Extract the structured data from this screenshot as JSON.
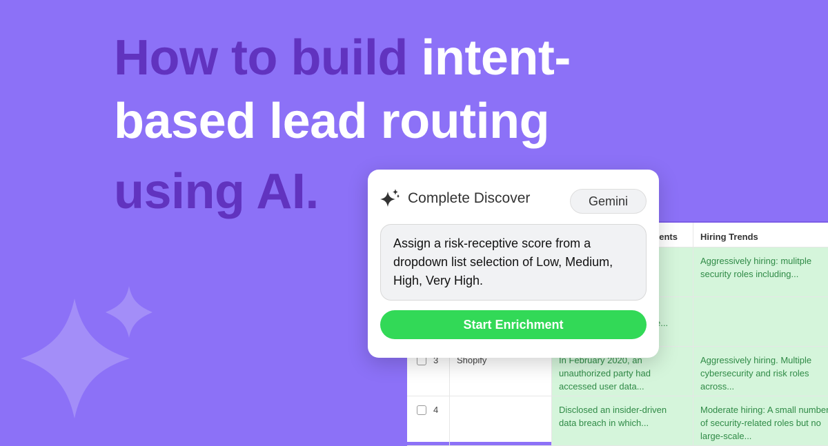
{
  "headline": {
    "line1_dark": "How to build ",
    "line1_light": "intent-",
    "line2_light": "based lead routing",
    "line3_dark": "using AI."
  },
  "colors": {
    "background": "#8c71f7",
    "headline_dark": "#6133bf",
    "accent_green": "#32d957",
    "cell_green": "#d5f5db"
  },
  "card": {
    "icon": "sparkles-icon",
    "title": "Complete Discover",
    "model": "Gemini",
    "prompt": "Assign a risk-receptive score from a dropdown list selection of Low, Medium, High, Very High.",
    "button": "Start Enrichment"
  },
  "table": {
    "headers": {
      "incidents": "ents",
      "hiring": "Hiring Trends"
    },
    "rows": [
      {
        "num": "",
        "company": "",
        "incidents": "",
        "hiring": "Aggressively hiring: mulitple security roles including..."
      },
      {
        "num": "",
        "company": "",
        "incidents": "e...",
        "hiring": ""
      },
      {
        "num": "3",
        "company": "Shopify",
        "incidents": "In February 2020, an unauthorized party had accessed user data...",
        "hiring": "Aggressively hiring. Multiple cybersecurity and risk roles across..."
      },
      {
        "num": "4",
        "company": "",
        "incidents": "Disclosed an insider-driven data breach in which...",
        "hiring": "Moderate hiring: A small number of security-related roles but no large-scale..."
      }
    ]
  }
}
